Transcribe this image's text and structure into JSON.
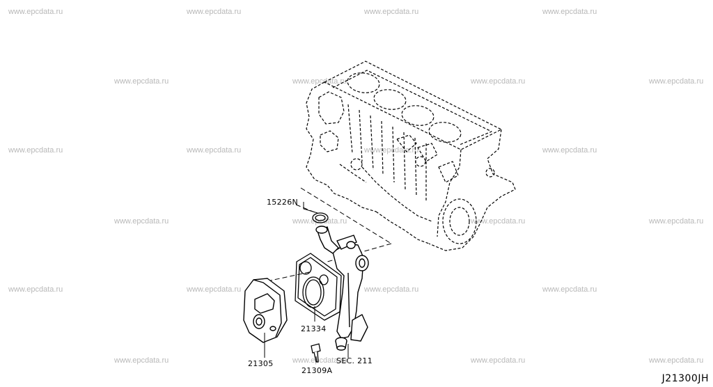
{
  "watermark": "www.epcdata.ru",
  "parts": {
    "p15226N": "15226N",
    "p21334": "21334",
    "p21305": "21305",
    "p21309A": "21309A",
    "sec211": "SEC. 211"
  },
  "diagram_code": "J21300JH"
}
